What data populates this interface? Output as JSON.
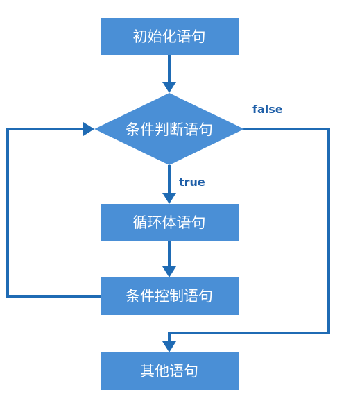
{
  "nodes": {
    "init": "初始化语句",
    "condition": "条件判断语句",
    "body": "循环体语句",
    "control": "条件控制语句",
    "other": "其他语句"
  },
  "edges": {
    "true_label": "true",
    "false_label": "false"
  },
  "colors": {
    "node_fill": "#4a8fd6",
    "line": "#1f6bb4",
    "label": "#1f5fa8"
  }
}
